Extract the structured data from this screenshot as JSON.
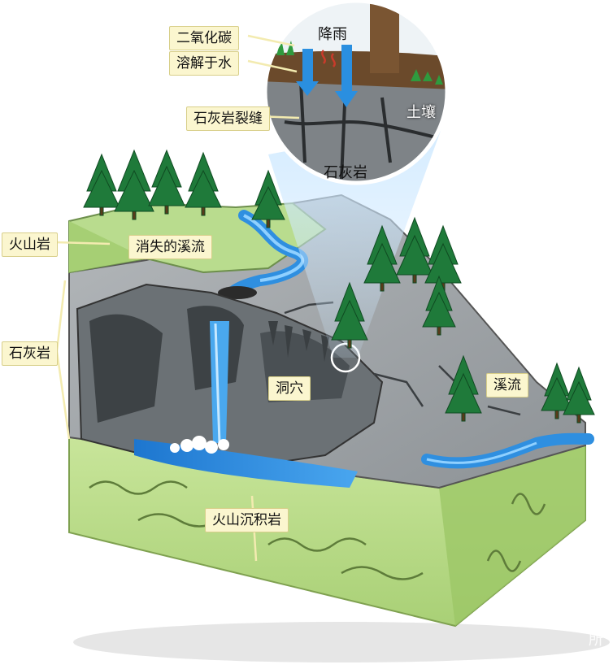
{
  "callouts": {
    "co2": "二氧化碳",
    "dissolve": "溶解于水",
    "rain": "降雨",
    "crack": "石灰岩裂缝",
    "soil": "土壤",
    "limestone_zoom": "石灰岩",
    "volcanic_rock": "火山岩",
    "vanishing_stream": "消失的溪流",
    "limestone": "石灰岩",
    "cave": "洞穴",
    "stream": "溪流",
    "volcanic_sediment": "火山沉积岩"
  },
  "watermark": "星球研究所",
  "colors": {
    "grass": "#b7d98a",
    "rock": "#9ea3a6",
    "rock_dark": "#5c6266",
    "water": "#2f8fe0",
    "sediment": "#b6da82",
    "label_bg": "#fbf6cf"
  }
}
